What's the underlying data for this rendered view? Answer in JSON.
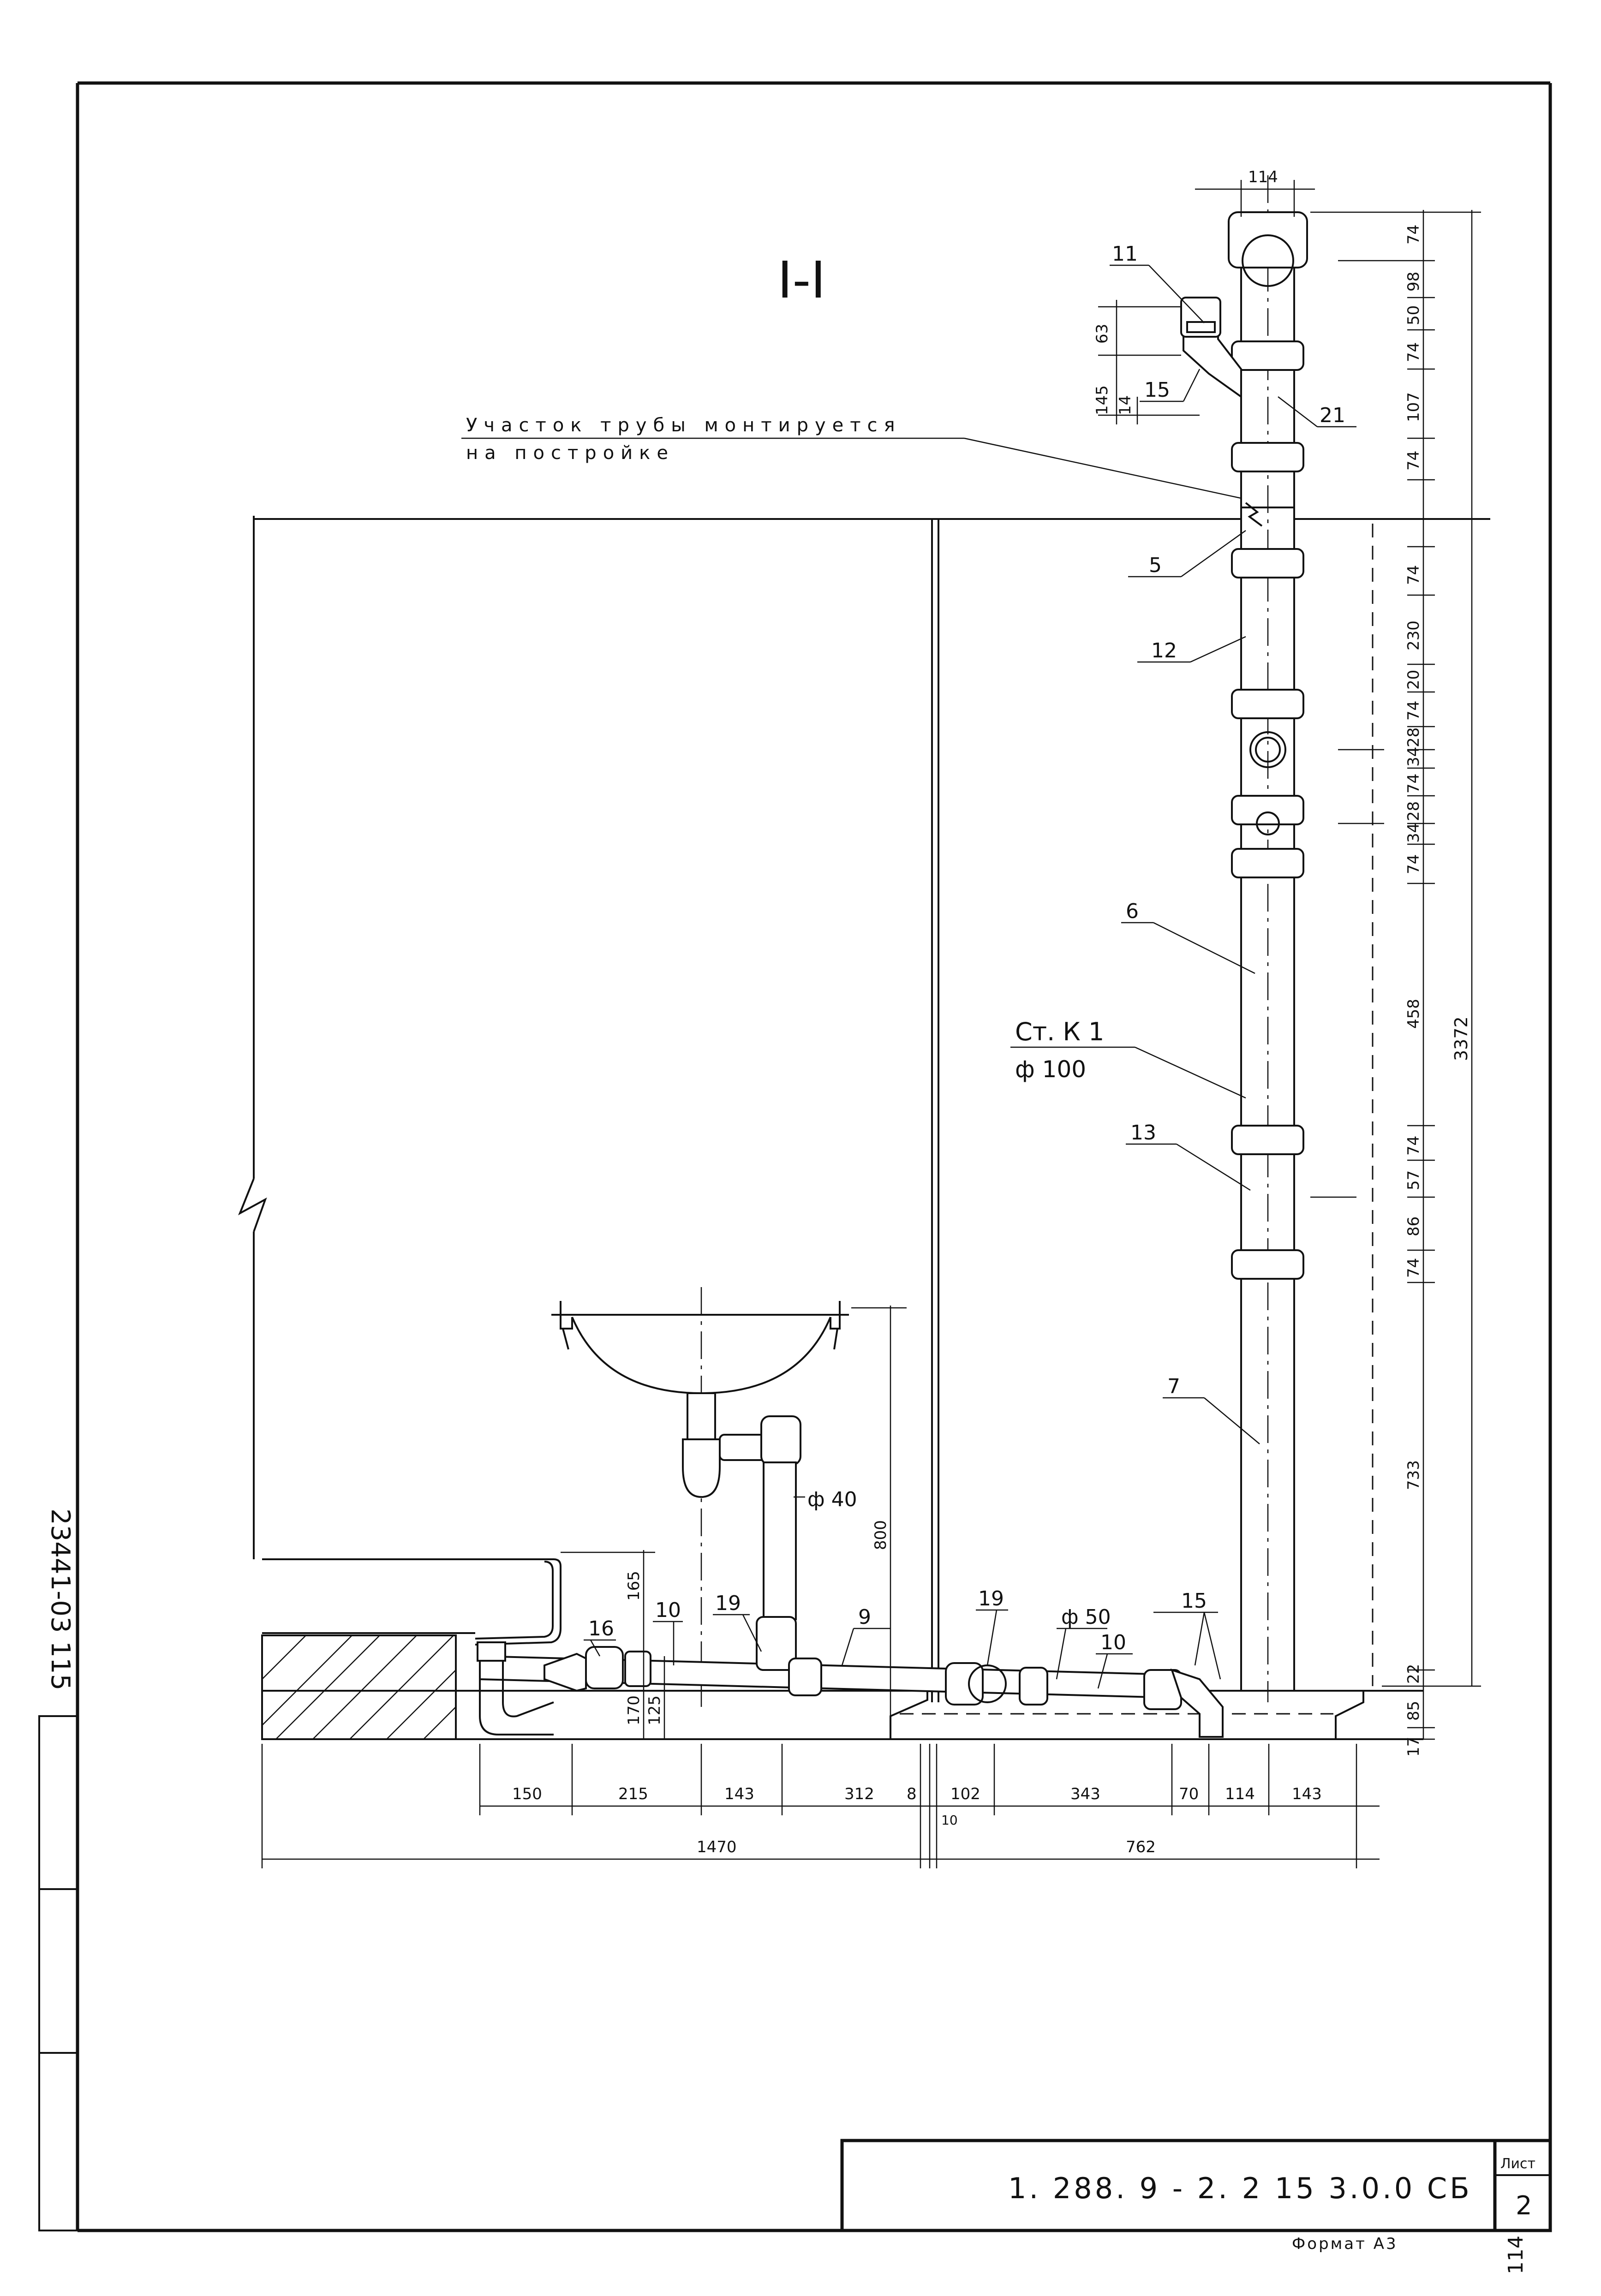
{
  "sheet": {
    "section_title": "I-I",
    "note_line1": "Участок трубы монтируется",
    "note_line2": "на постройке",
    "stack_label": "Ст. К 1",
    "stack_diameter": "ф 100",
    "drain_diameter_sink": "ф 40",
    "drain_diameter_floor": "ф 50",
    "doc_code": "1. 288. 9 - 2. 2 15 3.0.0 СБ",
    "sheet_label": "Лист",
    "sheet_number": "2",
    "format": "Формат А3",
    "side_stamp": "23441-03 115",
    "corner_stamp": "114"
  },
  "positions": [
    "5",
    "6",
    "7",
    "9",
    "10",
    "10",
    "11",
    "12",
    "13",
    "15",
    "15",
    "16",
    "19",
    "19",
    "21"
  ],
  "dims": {
    "top_width": "114",
    "right_chain": [
      "74",
      "98",
      "50",
      "74",
      "107",
      "74",
      "74",
      "230",
      "20",
      "74",
      "28",
      "34",
      "74",
      "28",
      "34",
      "74",
      "458",
      "74",
      "57",
      "86",
      "74",
      "733",
      "22",
      "85",
      "17"
    ],
    "right_total": "3372",
    "branch_dims": [
      "63",
      "145",
      "14"
    ],
    "sink_height": "800",
    "sink_dims": [
      "165",
      "170",
      "125"
    ],
    "bottom_chain": [
      "150",
      "215",
      "143",
      "312",
      "8",
      "102",
      "343",
      "70",
      "114",
      "143"
    ],
    "bottom_small": "10",
    "bottom_total_left": "1470",
    "bottom_total_right": "762"
  }
}
